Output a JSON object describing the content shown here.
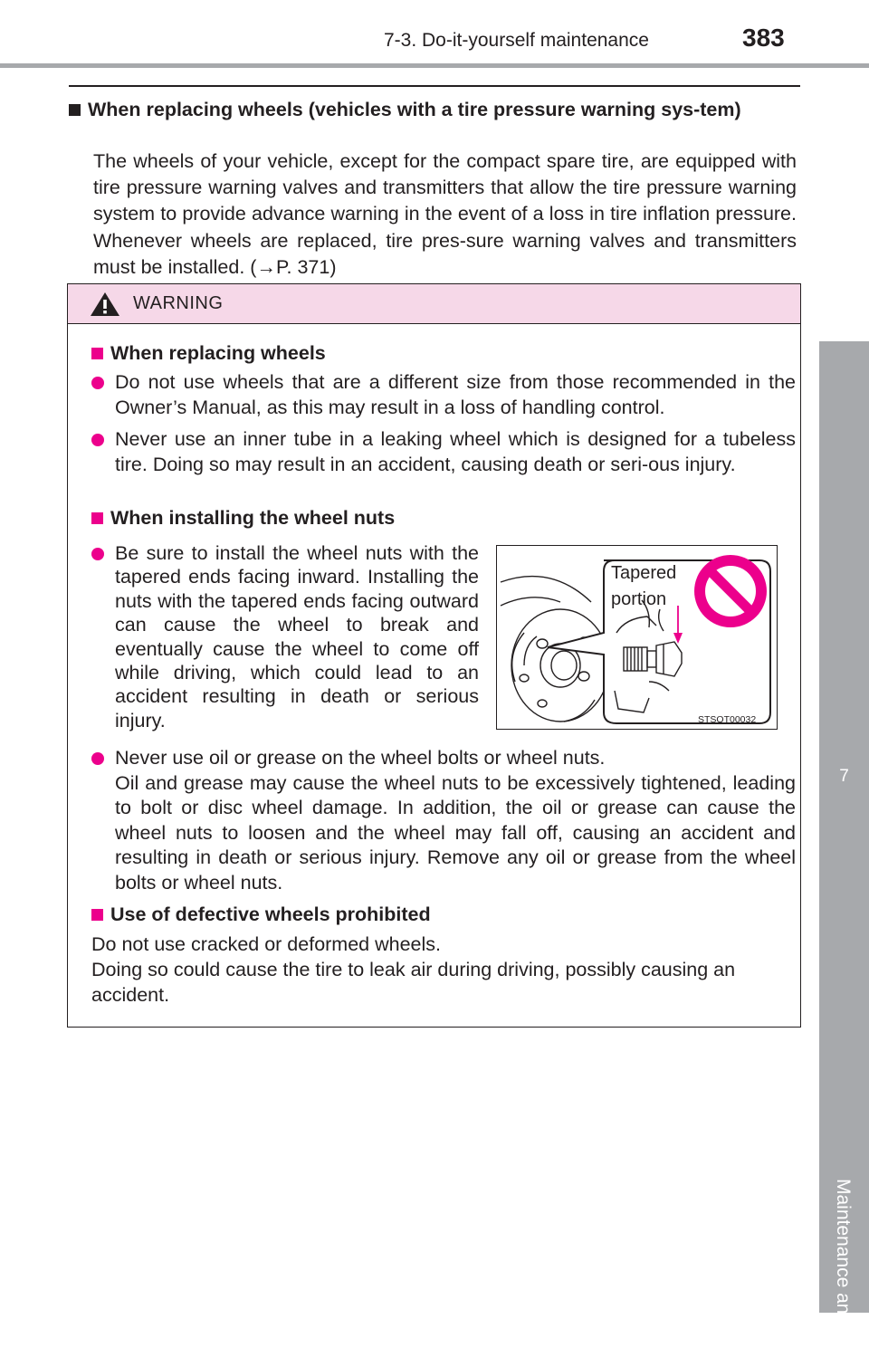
{
  "header": {
    "section": "7-3. Do-it-yourself maintenance",
    "page_number": "383"
  },
  "side_tab": {
    "chapter_number": "7",
    "chapter_title": "Maintenance and care"
  },
  "section": {
    "heading": "When replacing wheels (vehicles with a tire pressure warning sys-tem)",
    "body": "The wheels of your vehicle, except for the compact spare tire, are equipped with tire pressure warning valves and transmitters that allow the tire pressure warning system to provide advance warning in the event of a loss in tire inflation pressure. Whenever wheels are replaced, tire pres-sure warning valves and transmitters must be installed. (→P. 371)"
  },
  "warning": {
    "title": "WARNING",
    "sub1": {
      "heading": "When replacing wheels",
      "bullet1": "Do not use wheels that are a different size from those recommended in the Owner’s Manual, as this may result in a loss of handling control.",
      "bullet2": "Never use an inner tube in a leaking wheel which is designed for a tubeless tire. Doing so may result in an accident, causing death or seri-ous injury."
    },
    "sub2": {
      "heading": "When installing the wheel nuts",
      "bullet1": "Be sure to install the wheel nuts with the tapered ends facing inward. Installing the nuts with the tapered ends facing outward can cause the wheel to break and eventually cause the wheel to come off while driving, which could lead to an accident resulting in death or serious injury.",
      "bullet2_line1": "Never use oil or grease on the wheel bolts or wheel nuts.",
      "bullet2_rest": "Oil and grease may cause the wheel nuts to be excessively tightened, leading to bolt or disc wheel damage. In addition, the oil or grease can cause the wheel nuts to loosen and the wheel may fall off, causing an accident and resulting in death or serious injury. Remove any oil or grease from the wheel bolts or wheel nuts."
    },
    "sub3": {
      "heading": "Use of defective wheels prohibited",
      "line1": "Do not use cracked or deformed wheels.",
      "line2": "Doing so could cause the tire to leak air during driving, possibly causing an accident."
    },
    "figure": {
      "label_line1": "Tapered",
      "label_line2": "portion",
      "code": "STSOT00032"
    }
  },
  "colors": {
    "accent": "#ec008c",
    "warning_band": "#f6d8e8",
    "gray": "#a7a9ac"
  }
}
